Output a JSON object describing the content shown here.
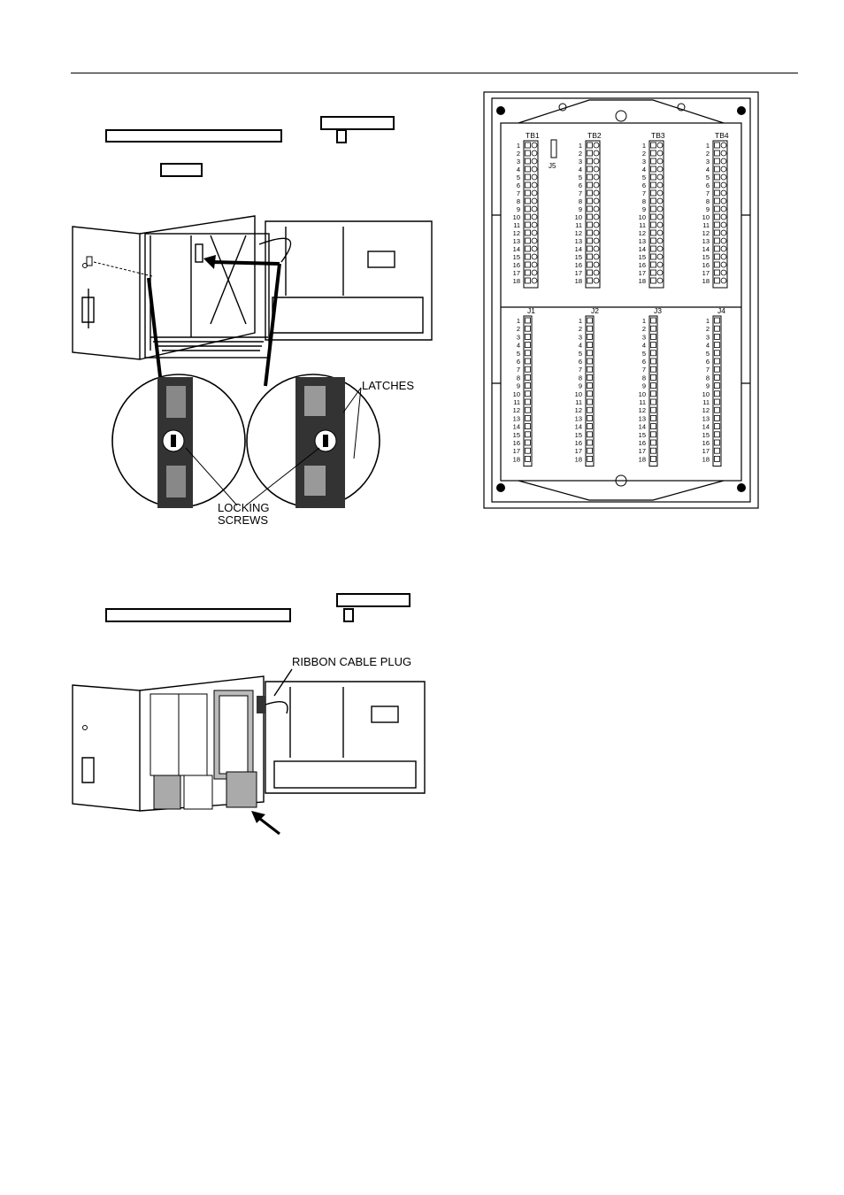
{
  "figure1": {
    "callouts": {
      "latches": "LATCHES",
      "locking_screws_line1": "LOCKING",
      "locking_screws_line2": "SCREWS"
    }
  },
  "figure2": {
    "callouts": {
      "ribbon_cable_plug": "RIBBON CABLE PLUG"
    }
  },
  "figure3": {
    "terminal_blocks": [
      "TB1",
      "TB2",
      "TB3",
      "TB4"
    ],
    "jumper_label": "J5",
    "connectors": [
      "J1",
      "J2",
      "J3",
      "J4"
    ],
    "terminal_numbers": [
      "1",
      "2",
      "3",
      "4",
      "5",
      "6",
      "7",
      "8",
      "9",
      "10",
      "11",
      "12",
      "13",
      "14",
      "15",
      "16",
      "17",
      "18"
    ]
  }
}
